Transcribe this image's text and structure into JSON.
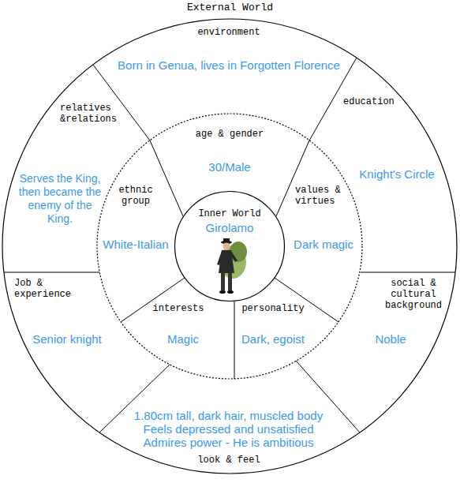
{
  "diagram": {
    "nodes": [
      {
        "text": [
          "External World"
        ]
      },
      {
        "text": [
          "environment",
          "Born in Genua, lives in Forgotten Florence"
        ],
        "in": 0
      },
      {
        "text": [
          "relatives &relations",
          "Serves the King, then became the enemy of the King."
        ],
        "in": 0
      },
      {
        "text": [
          "education",
          "Knight's Circle"
        ],
        "in": 0
      },
      {
        "text": [
          "age & gender",
          "30/Male"
        ],
        "in": 0
      },
      {
        "text": [
          "ethnic group",
          "White-Italian"
        ],
        "in": 0
      },
      {
        "text": [
          "Inner World",
          "Girolamo"
        ],
        "in": 0
      },
      {
        "text": [
          "values & virtues",
          "Dark magic"
        ],
        "in": 0
      },
      {
        "text": [
          "Job & experience",
          "Senior knight"
        ],
        "in": 0
      },
      {
        "text": [
          "interests",
          "Magic"
        ],
        "in": 0
      },
      {
        "text": [
          "personality",
          "Dark, egoist"
        ],
        "in": 0
      },
      {
        "text": [
          "social & cultural background",
          "Noble"
        ],
        "in": 0
      },
      {
        "text": [
          "1.80cm tall, dark hair, muscled body Feels depressed and unsatisfied Admires power - He is ambitious",
          "look & feel"
        ],
        "in": 0
      }
    ]
  }
}
